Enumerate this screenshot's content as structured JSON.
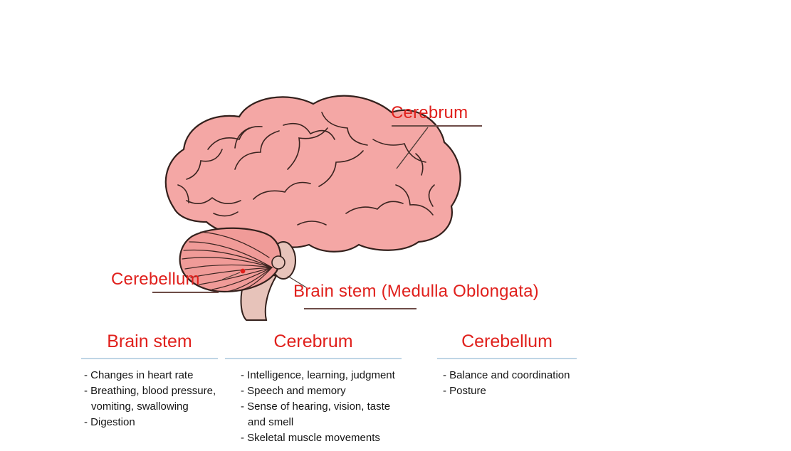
{
  "diagram": {
    "labels": {
      "cerebrum": "Cerebrum",
      "cerebellum": "Cerebellum",
      "brainstem": "Brain stem (Medulla Oblongata)"
    },
    "colors": {
      "label_red": "#e0201c",
      "brain_fill": "#f4a7a5",
      "brain_outline": "#33201c",
      "cerebellum_fill": "#f09b98",
      "stem_fill": "#e7c3ba",
      "header_rule": "#bfd5e5",
      "pointer_line": "#4a3b35",
      "marker_dot": "#e0201c"
    }
  },
  "columns": [
    {
      "title": "Brain stem",
      "items": [
        "- Changes in heart rate",
        "- Breathing, blood pressure, vomiting, swallowing",
        "- Digestion"
      ]
    },
    {
      "title": "Cerebrum",
      "items": [
        "- Intelligence, learning, judgment",
        "- Speech and memory",
        "- Sense of hearing, vision, taste and smell",
        "- Skeletal muscle movements"
      ]
    },
    {
      "title": "Cerebellum",
      "items": [
        "- Balance and coordination",
        "- Posture"
      ]
    }
  ]
}
